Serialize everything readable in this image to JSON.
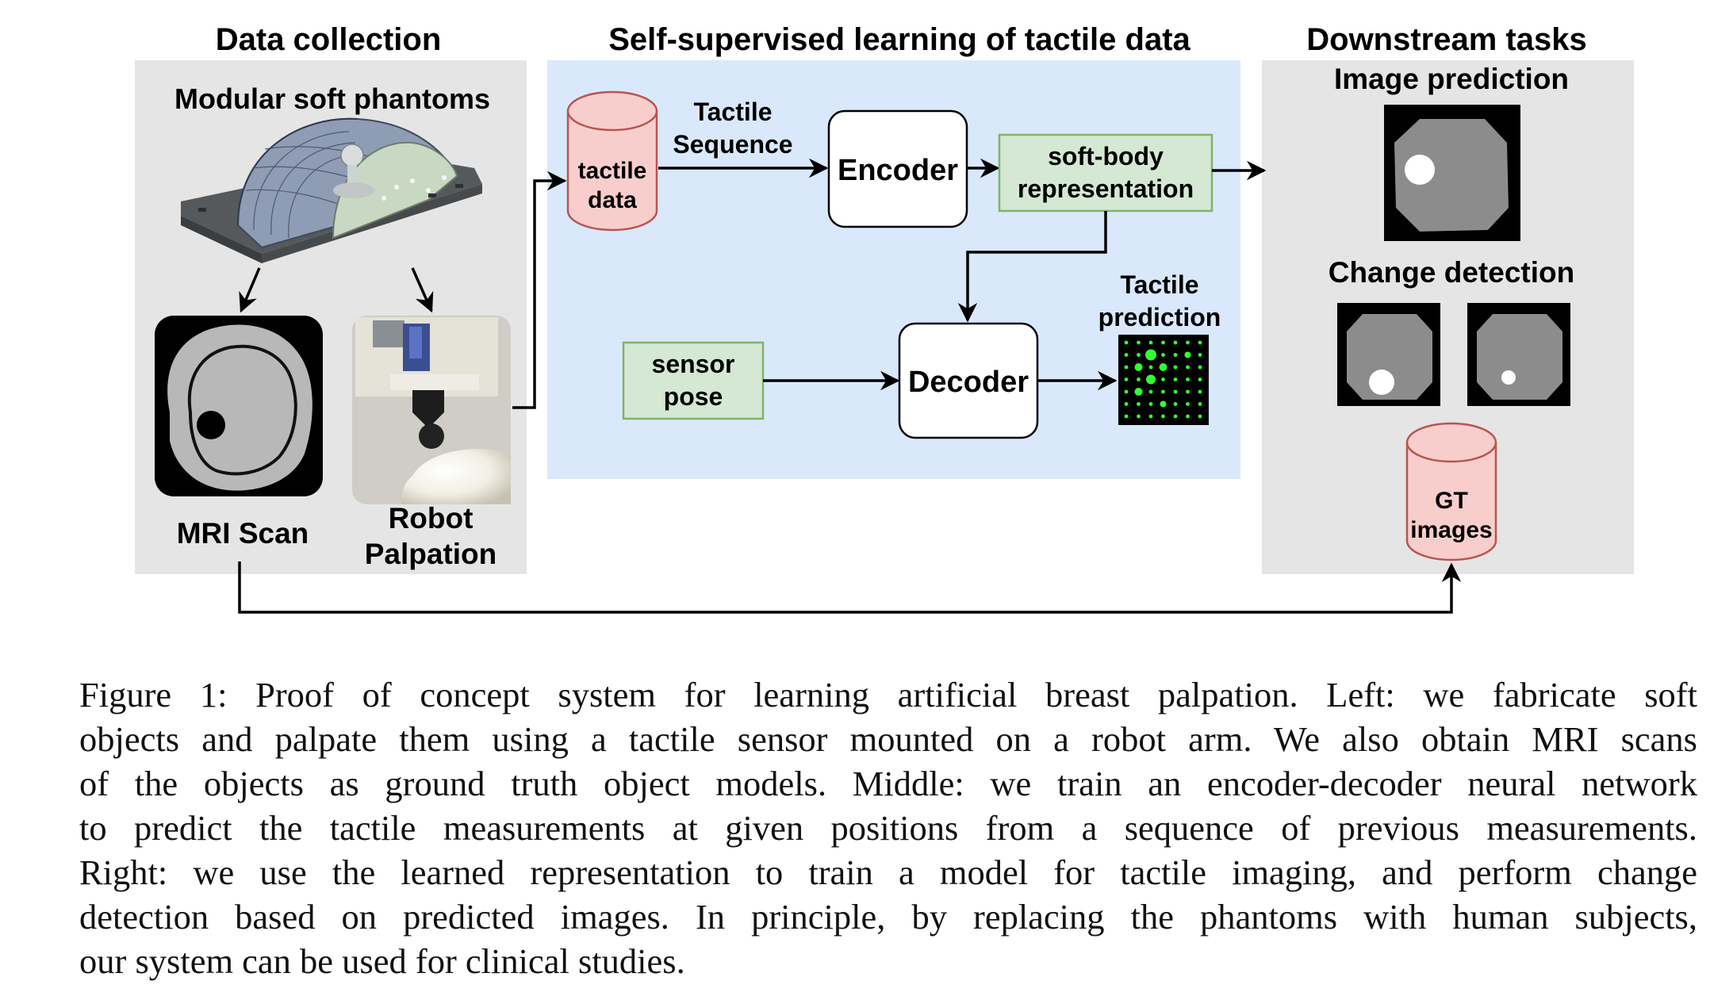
{
  "sections": {
    "data_collection": "Data collection",
    "ssl": "Self-supervised learning of tactile data",
    "downstream": "Downstream tasks"
  },
  "labels": {
    "phantoms": "Modular soft phantoms",
    "mri_scan": "MRI Scan",
    "robot_line1": "Robot",
    "robot_line2": "Palpation",
    "tactile_data_line1": "tactile",
    "tactile_data_line2": "data",
    "tactile_seq_line1": "Tactile",
    "tactile_seq_line2": "Sequence",
    "encoder": "Encoder",
    "softbody_line1": "soft-body",
    "softbody_line2": "representation",
    "sensor_pose_line1": "sensor",
    "sensor_pose_line2": "pose",
    "decoder": "Decoder",
    "tactile_pred_line1": "Tactile",
    "tactile_pred_line2": "prediction",
    "image_prediction": "Image prediction",
    "change_detection": "Change detection",
    "gt_line1": "GT",
    "gt_line2": "images"
  },
  "colors": {
    "panel_gray": "#e5e5e5",
    "panel_blue": "#dae8fc",
    "cylinder_fill": "#f8cecc",
    "cylinder_stroke": "#b85450",
    "green_fill": "#d5e8d4",
    "green_stroke": "#82b366",
    "tactile_dot": "#33ff33"
  },
  "caption_lines": [
    "Figure 1: Proof of concept system for learning artificial breast palpation. Left: we fabricate soft",
    "objects and palpate them using a tactile sensor mounted on a robot arm. We also obtain MRI scans",
    "of the objects as ground truth object models. Middle: we train an encoder-decoder neural network",
    "to predict the tactile measurements at given positions from a sequence of previous measurements.",
    "Right: we use the learned representation to train a model for tactile imaging, and perform change",
    "detection based on predicted images. In principle, by replacing the phantoms with human subjects,",
    "our system can be used for clinical studies."
  ]
}
